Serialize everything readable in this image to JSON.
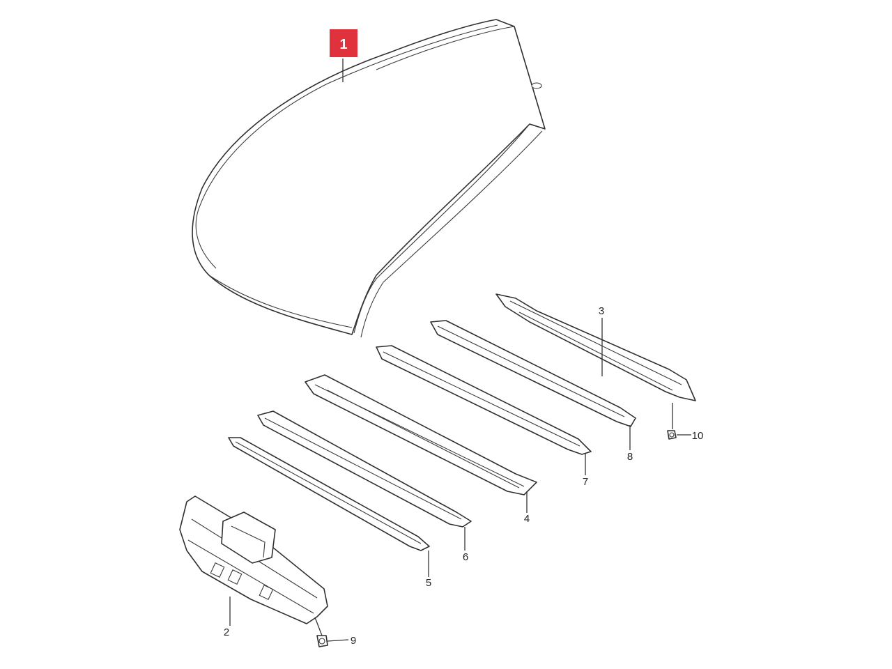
{
  "callouts": [
    {
      "id": "1",
      "label": "1",
      "highlighted": true
    },
    {
      "id": "2",
      "label": "2"
    },
    {
      "id": "3",
      "label": "3"
    },
    {
      "id": "4",
      "label": "4"
    },
    {
      "id": "5",
      "label": "5"
    },
    {
      "id": "6",
      "label": "6"
    },
    {
      "id": "7",
      "label": "7"
    },
    {
      "id": "8",
      "label": "8"
    },
    {
      "id": "9",
      "label": "9"
    },
    {
      "id": "10",
      "label": "10"
    }
  ],
  "colors": {
    "highlight": "#e0323c",
    "line": "#2f2f2f",
    "background": "#ffffff"
  }
}
